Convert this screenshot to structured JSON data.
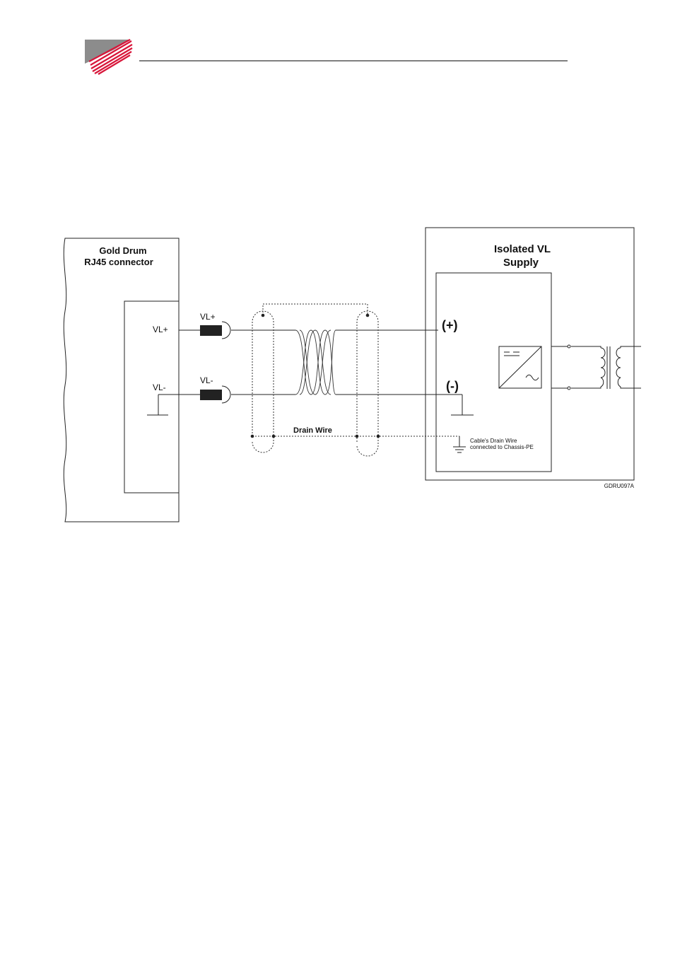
{
  "header": {
    "logo_colors": {
      "gray": "#8c8c8c",
      "red": "#d8163a"
    },
    "rule_color": "#555555"
  },
  "diagram": {
    "left_box": {
      "title_line1": "Gold Drum",
      "title_line2": "RJ45 connector"
    },
    "pins": {
      "vl_plus": "VL+",
      "vl_minus": "VL-"
    },
    "cable": {
      "label_plus": "VL+",
      "label_minus": "VL-",
      "drain_label": "Drain Wire"
    },
    "right_box": {
      "title_line1": "Isolated VL",
      "title_line2": "Supply",
      "plus_terminal": "(+)",
      "minus_terminal": "(-)",
      "ground_note_line1": "Cable's Drain Wire",
      "ground_note_line2": "connected to Chassis-PE"
    },
    "figure_id": "GDRU097A"
  }
}
